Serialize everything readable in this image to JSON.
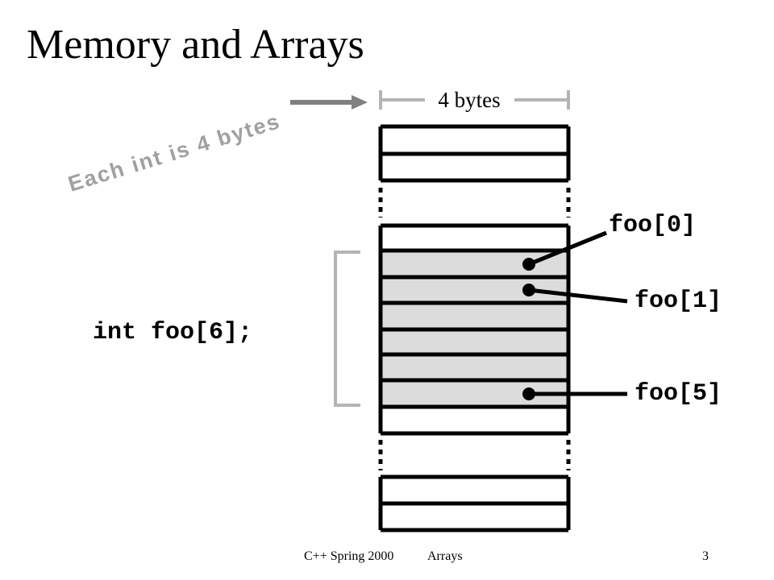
{
  "slide": {
    "title": "Memory and Arrays",
    "width_label": "4 bytes",
    "side_note": "Each int is 4 bytes",
    "declaration": "int foo[6];",
    "element_labels": {
      "first": "foo[0]",
      "second": "foo[1]",
      "last": "foo[5]"
    },
    "colors": {
      "array_fill": "#dcdcdc",
      "accent_gray": "#808080",
      "bracket_gray": "#b4b4b4",
      "note_gray": "#a0a0a0"
    }
  },
  "footer": {
    "course": "C++ Spring 2000",
    "topic": "Arrays",
    "page_number": "3"
  }
}
